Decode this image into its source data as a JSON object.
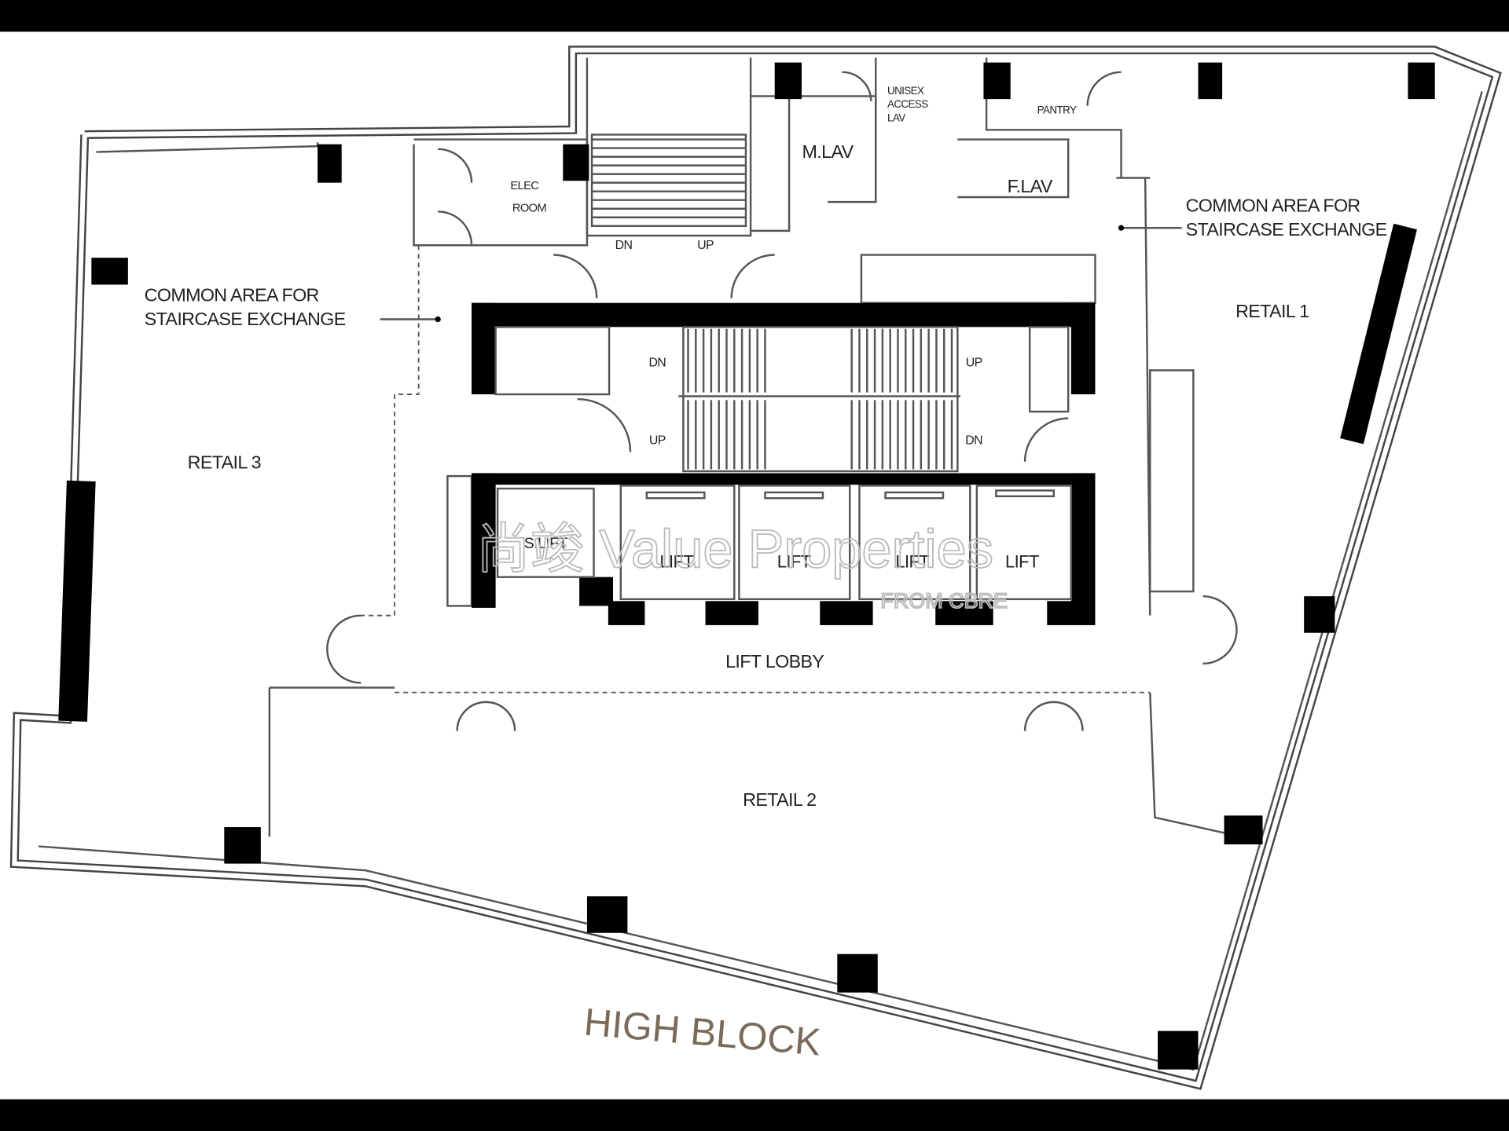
{
  "plan": {
    "title": "HIGH BLOCK",
    "title_color": "#7a6a5a",
    "rooms": {
      "retail_1": "RETAIL 1",
      "retail_2": "RETAIL 2",
      "retail_3": "RETAIL 3",
      "lift_lobby": "LIFT LOBBY",
      "elec_room_1": "ELEC",
      "elec_room_2": "ROOM",
      "m_lav": "M.LAV",
      "f_lav": "F.LAV",
      "unisex_1": "UNISEX",
      "unisex_2": "ACCESS",
      "unisex_3": "LAV",
      "pantry": "PANTRY",
      "slift": "S.LIFT",
      "lifts": [
        "LIFT",
        "LIFT",
        "LIFT",
        "LIFT"
      ]
    },
    "common_area_right": [
      "COMMON AREA FOR",
      "STAIRCASE EXCHANGE"
    ],
    "common_area_left": [
      "COMMON AREA FOR",
      "STAIRCASE EXCHANGE"
    ],
    "stairs": {
      "top_dn": "DN",
      "top_up": "UP",
      "core_dn_left": "DN",
      "core_up_right": "UP",
      "core_up_left": "UP",
      "core_dn_right": "DN"
    }
  },
  "watermark": {
    "brand": "尚竣 Value Properties",
    "sub": "FROM CBRE"
  }
}
